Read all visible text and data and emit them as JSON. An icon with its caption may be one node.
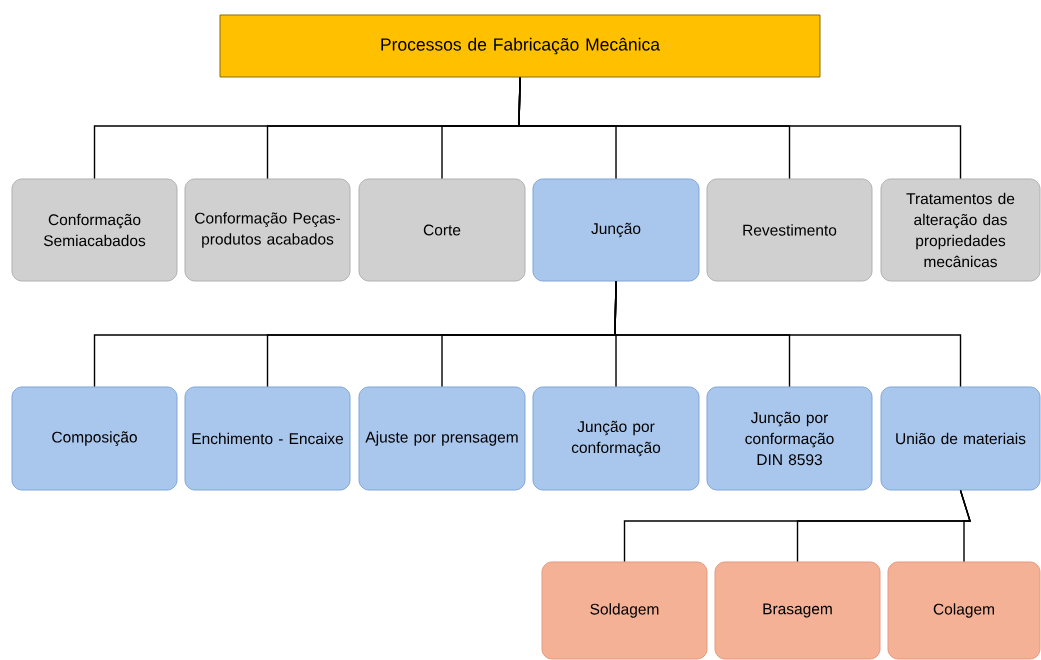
{
  "diagram": {
    "nodes": [
      {
        "text": [
          "Processos de Fabricação Mecânica"
        ]
      },
      {
        "text": [
          "Conformação Semiacabados"
        ]
      },
      {
        "text": [
          "Conformação Peças-produtos acabados"
        ]
      },
      {
        "text": [
          "Corte"
        ]
      },
      {
        "text": [
          "Junção"
        ]
      },
      {
        "text": [
          "Revestimento"
        ]
      },
      {
        "text": [
          "Tratamentos de alteração das propriedades mecânicas"
        ]
      },
      {
        "text": [
          "Composição"
        ]
      },
      {
        "text": [
          "Enchimento - Encaixe"
        ]
      },
      {
        "text": [
          "Ajuste por prensagem"
        ]
      },
      {
        "text": [
          "Junção por conformação"
        ]
      },
      {
        "text": [
          "Junção por conformação DIN 8593"
        ]
      },
      {
        "text": [
          "União de materiais"
        ]
      },
      {
        "text": [
          "Soldagem"
        ]
      },
      {
        "text": [
          "Brasagem"
        ]
      },
      {
        "text": [
          "Colagem"
        ]
      }
    ],
    "edges": [
      {
        "from": 0,
        "to": 1,
        "arrow": "none"
      },
      {
        "from": 0,
        "to": 2,
        "arrow": "none"
      },
      {
        "from": 0,
        "to": 3,
        "arrow": "none"
      },
      {
        "from": 0,
        "to": 4,
        "arrow": "none"
      },
      {
        "from": 0,
        "to": 5,
        "arrow": "none"
      },
      {
        "from": 0,
        "to": 6,
        "arrow": "none"
      },
      {
        "from": 4,
        "to": 7,
        "arrow": "none"
      },
      {
        "from": 4,
        "to": 8,
        "arrow": "none"
      },
      {
        "from": 4,
        "to": 9,
        "arrow": "none"
      },
      {
        "from": 4,
        "to": 10,
        "arrow": "none"
      },
      {
        "from": 4,
        "to": 11,
        "arrow": "none"
      },
      {
        "from": 4,
        "to": 12,
        "arrow": "none"
      },
      {
        "from": 12,
        "to": 13,
        "arrow": "none"
      },
      {
        "from": 12,
        "to": 14,
        "arrow": "none"
      },
      {
        "from": 12,
        "to": 15,
        "arrow": "none"
      }
    ]
  }
}
